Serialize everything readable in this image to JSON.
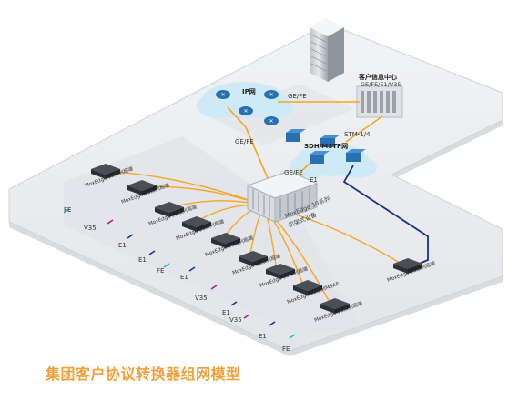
{
  "caption": "集团客户协议转换器组网模型",
  "colors": {
    "ge_link": "#f5a623",
    "e1_link": "#1c2f8a",
    "fe_link": "#22b7d4",
    "v35_link": "#8a2a8a",
    "platform": "#eceef1",
    "router": "#2a6fb2",
    "cloud": "#cdeaf6"
  },
  "cloud_labels": {
    "ip": "IP网",
    "sdh": "SDH/MSTP网"
  },
  "center": {
    "title": "客户信息中心",
    "interfaces": "GE/FE/E1/V35"
  },
  "link_labels": {
    "gefe_top": "GE/FE",
    "gefe_left": "GE/FE",
    "gefe_center": "GE/FE",
    "stm": "STM-1/4",
    "e1_center": "E1"
  },
  "chassis_label": {
    "line1": "MoxEdge 10系列",
    "line2": "机架式设备"
  },
  "device_labels": [
    "MoxEdge 10系列局端",
    "MoxEdge 11系列局端",
    "MoxEdge 11系列局端",
    "MoxEdge 11系列局端",
    "MoxEdge 11系列局端",
    "MoxEdge 11系列局端",
    "MoxEdge 11系列局端",
    "MoxEdge 10系列MSAP",
    "MoxEdge 11系列局端",
    "MoxEdge 11系列局端"
  ],
  "endpoint_labels": [
    "FE",
    "V35",
    "E1",
    "E1",
    "FE",
    "E1",
    "V35",
    "E1",
    "V35",
    "E1",
    "FE"
  ]
}
